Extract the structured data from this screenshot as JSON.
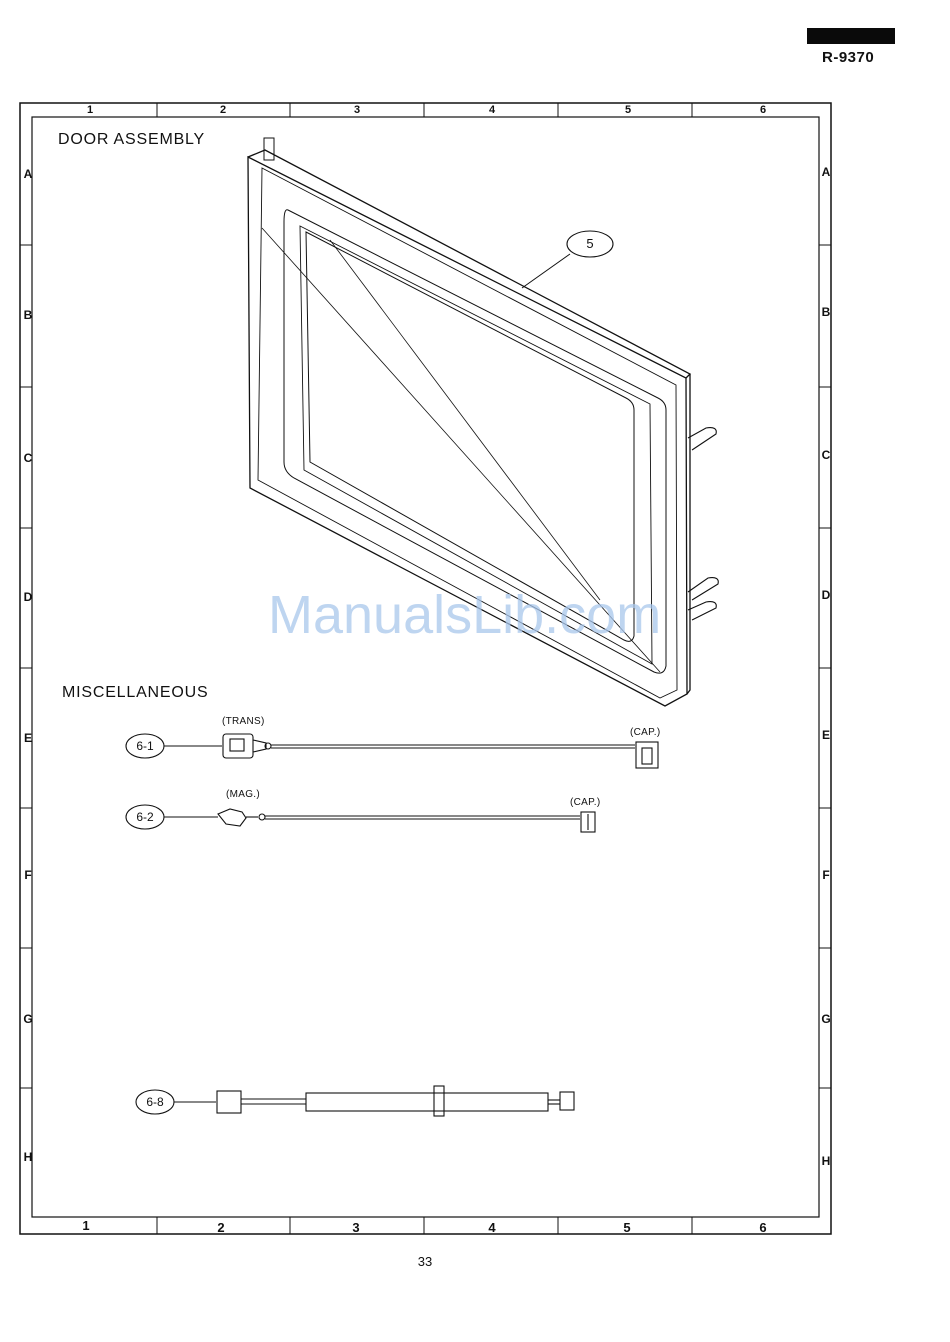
{
  "header": {
    "model": "R-9370"
  },
  "frame": {
    "columns": [
      "1",
      "2",
      "3",
      "4",
      "5",
      "6"
    ],
    "rows": [
      "A",
      "B",
      "C",
      "D",
      "E",
      "F",
      "G",
      "H"
    ]
  },
  "sections": {
    "door_title": "DOOR ASSEMBLY",
    "misc_title": "MISCELLANEOUS"
  },
  "callouts": {
    "door": "5",
    "harness1": "6-1",
    "harness2": "6-2",
    "harness8": "6-8"
  },
  "labels": {
    "trans": "(TRANS)",
    "cap1": "(CAP.)",
    "mag": "(MAG.)",
    "cap2": "(CAP.)"
  },
  "footer": {
    "page": "33"
  },
  "watermark": "ManualsLib.com"
}
